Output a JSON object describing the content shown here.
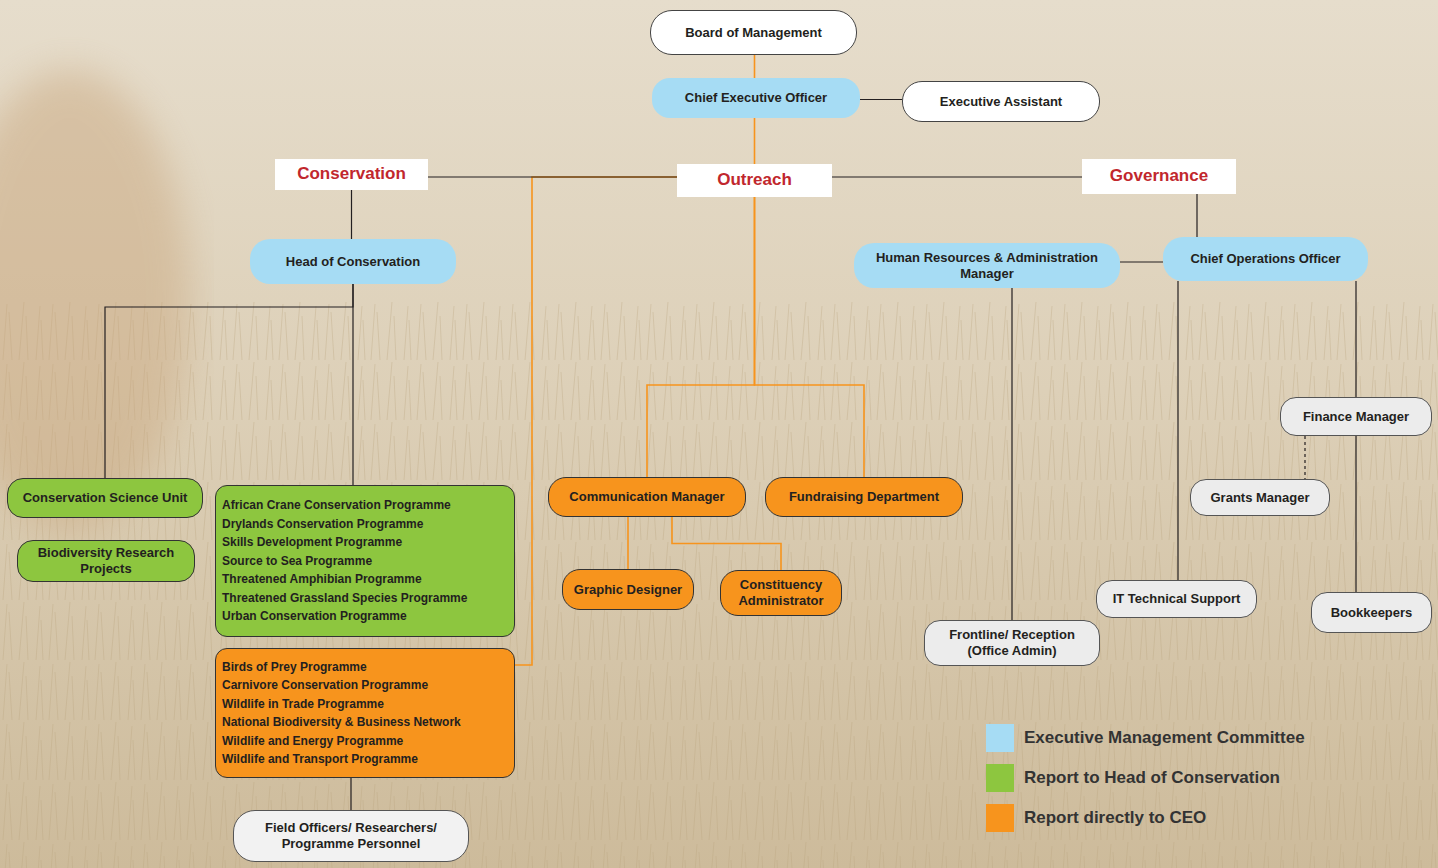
{
  "diagram": {
    "nodes": [
      {
        "text": [
          "Board of Management"
        ]
      },
      {
        "text": [
          "Chief Executive Officer"
        ]
      },
      {
        "text": [
          "Executive Assistant"
        ]
      },
      {
        "text": [
          "Conservation"
        ]
      },
      {
        "text": [
          "Outreach"
        ]
      },
      {
        "text": [
          "Governance"
        ]
      },
      {
        "text": [
          "Head of Conservation"
        ]
      },
      {
        "text": [
          "Human Resources & Administration Manager"
        ]
      },
      {
        "text": [
          "Chief Operations Officer"
        ]
      },
      {
        "text": [
          "Finance Manager"
        ]
      },
      {
        "text": [
          "Conservation Science Unit"
        ]
      },
      {
        "text": [
          "African Crane Conservation Programme",
          "Drylands Conservation Programme",
          "Skills Development Programme",
          "Source to Sea Programme",
          "Threatened Amphibian Programme",
          "Threatened Grassland Species Programme",
          "Urban Conservation Programme"
        ]
      },
      {
        "text": [
          "Communication Manager"
        ]
      },
      {
        "text": [
          "Fundraising Department"
        ]
      },
      {
        "text": [
          "Grants Manager"
        ]
      },
      {
        "text": [
          "Biodiversity Research Projects"
        ]
      },
      {
        "text": [
          "Graphic Designer"
        ]
      },
      {
        "text": [
          "Constituency Administrator"
        ]
      },
      {
        "text": [
          "IT Technical Support"
        ]
      },
      {
        "text": [
          "Bookkeepers"
        ]
      },
      {
        "text": [
          "Frontline/ Reception (Office Admin)"
        ]
      },
      {
        "text": [
          "Birds of Prey Programme",
          "Carnivore Conservation Programme",
          "Wildlife in Trade Programme",
          "National Biodiversity & Business Network",
          "Wildlife and Energy Programme",
          "Wildlife and Transport Programme"
        ]
      },
      {
        "text": [
          "Field Officers/ Researchers/ Programme Personnel"
        ]
      }
    ],
    "edges": [
      {
        "from": 0,
        "to": 1,
        "arrow": "none"
      },
      {
        "from": 1,
        "to": 2,
        "arrow": "none"
      },
      {
        "from": 1,
        "to": 4,
        "arrow": "none"
      },
      {
        "from": 4,
        "to": 21,
        "arrow": "none"
      },
      {
        "from": 4,
        "to": 3,
        "arrow": "none"
      },
      {
        "from": 4,
        "to": 5,
        "arrow": "none"
      },
      {
        "from": 3,
        "to": 6,
        "arrow": "none"
      },
      {
        "from": 5,
        "to": 8,
        "arrow": "none"
      },
      {
        "from": 8,
        "to": 7,
        "arrow": "none"
      },
      {
        "from": 6,
        "to": 10,
        "arrow": "none"
      },
      {
        "from": 6,
        "to": 11,
        "arrow": "none"
      },
      {
        "from": 4,
        "to": 12,
        "arrow": "none"
      },
      {
        "from": 4,
        "to": 13,
        "arrow": "none"
      },
      {
        "from": 12,
        "to": 16,
        "arrow": "none"
      },
      {
        "from": 12,
        "to": 17,
        "arrow": "none"
      },
      {
        "from": 7,
        "to": 20,
        "arrow": "none"
      },
      {
        "from": 8,
        "to": 18,
        "arrow": "none"
      },
      {
        "from": 8,
        "to": 9,
        "arrow": "none"
      },
      {
        "from": 9,
        "to": 19,
        "arrow": "none"
      },
      {
        "from": 9,
        "to": 14,
        "arrow": "none"
      },
      {
        "from": 21,
        "to": 22,
        "arrow": "none"
      }
    ],
    "legend": [
      {
        "text": "Executive Management Committee",
        "color": "#a6dcf4"
      },
      {
        "text": "Report to Head of Conservation",
        "color": "#8dc63f"
      },
      {
        "text": "Report directly to CEO",
        "color": "#f7941d"
      }
    ]
  }
}
